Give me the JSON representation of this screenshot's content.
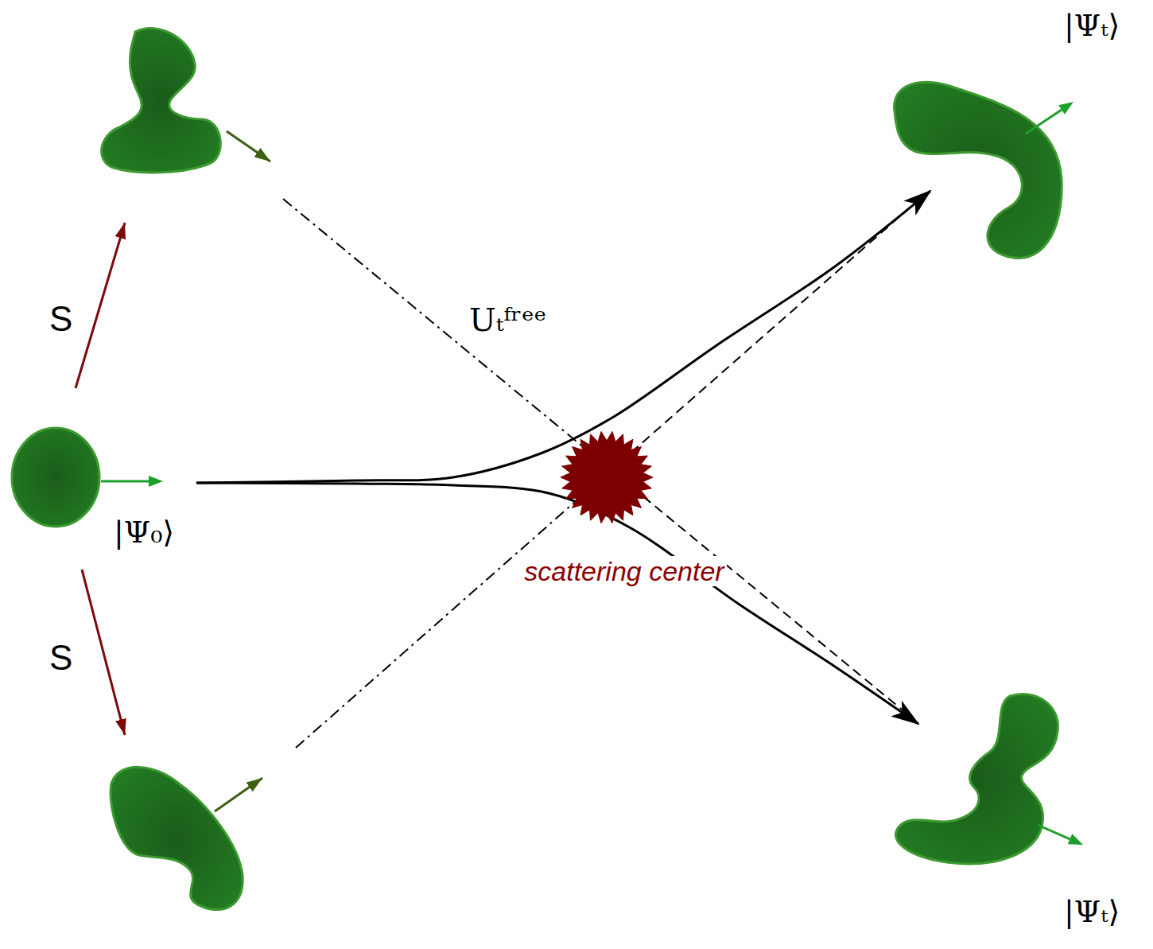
{
  "diagram": {
    "nodes": [
      {
        "text": [
          "|Ψ₀⟩"
        ]
      },
      {
        "text": [
          "scattering center"
        ]
      },
      {
        "text": [
          "|Ψₜ⟩"
        ]
      },
      {
        "text": [
          "|Ψₜ⟩"
        ]
      }
    ],
    "edges": [
      {
        "from": 0,
        "to": 2,
        "arrow": "to"
      },
      {
        "from": 0,
        "to": 3,
        "arrow": "to"
      }
    ],
    "labels": [
      "S",
      "S",
      "Uₜᶠʳᵉᵉ"
    ]
  }
}
